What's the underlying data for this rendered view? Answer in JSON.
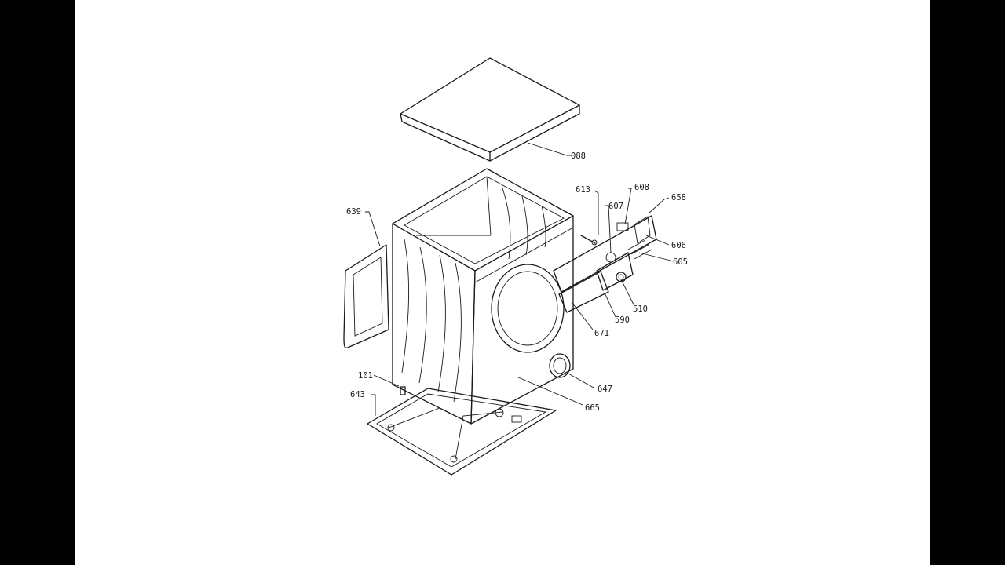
{
  "colors": {
    "background": "#000000",
    "sheet": "#ffffff",
    "ink": "#1a1a1a"
  },
  "diagram": {
    "labels": {
      "p088": "088",
      "p613": "613",
      "p608": "608",
      "p607": "607",
      "p658": "658",
      "p639": "639",
      "p606": "606",
      "p605": "605",
      "p510": "510",
      "p590": "590",
      "p671": "671",
      "p101": "101",
      "p643": "643",
      "p647": "647",
      "p665": "665"
    }
  }
}
